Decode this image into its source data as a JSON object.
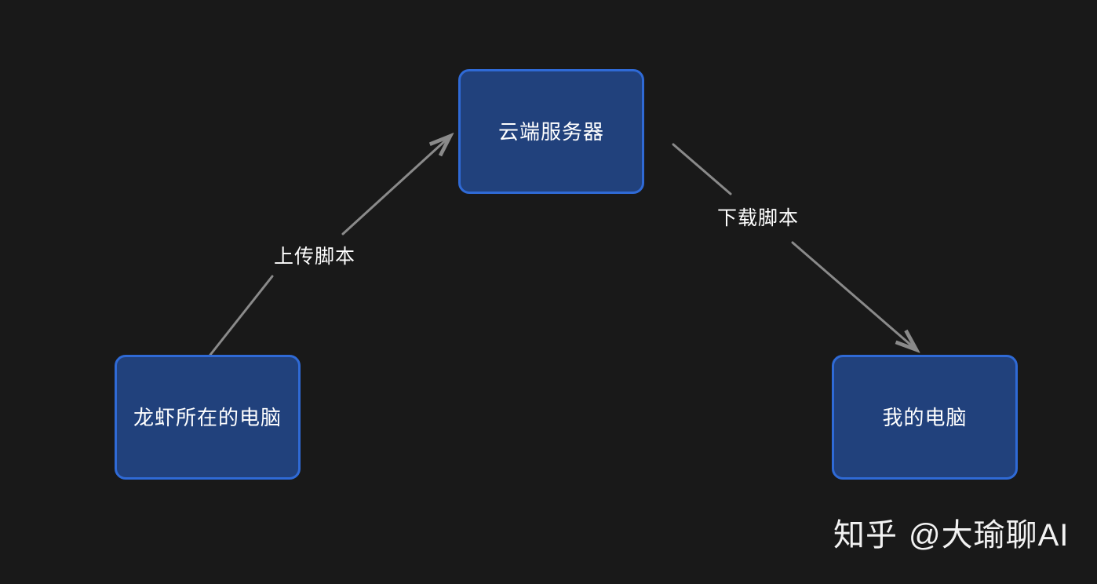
{
  "diagram": {
    "background_color": "#191919",
    "node_fill_color": "#21417c",
    "node_border_color": "#2f6ad6",
    "node_text_color": "#ffffff",
    "edge_color": "#8a8a8a",
    "nodes": [
      {
        "id": "cloud",
        "label": "云端服务器"
      },
      {
        "id": "source",
        "label": "龙虾所在的电脑"
      },
      {
        "id": "mine",
        "label": "我的电脑"
      }
    ],
    "edges": [
      {
        "id": "upload",
        "label": "上传脚本",
        "from": "source",
        "to": "cloud"
      },
      {
        "id": "download",
        "label": "下载脚本",
        "from": "cloud",
        "to": "mine"
      }
    ]
  },
  "watermark": {
    "platform": "知乎",
    "handle": "@大瑜聊AI"
  }
}
